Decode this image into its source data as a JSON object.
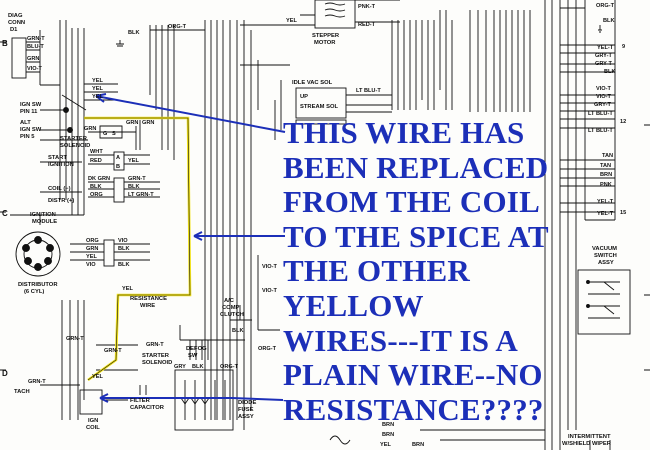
{
  "annotation": {
    "lines": [
      "THIS WIRE HAS",
      "BEEN REPLACED",
      "FROM THE COIL",
      "TO THE SPICE AT",
      "THE OTHER",
      "YELLOW",
      "WIRES---IT IS A",
      "PLAIN WIRE--NO",
      "RESISTANCE????"
    ],
    "color": "#1c2fb8"
  },
  "highlight_color": "#f2e31a",
  "grid": {
    "left_letters": [
      "B",
      "C",
      "D"
    ],
    "right_numbers": [
      "9",
      "12",
      "15"
    ]
  },
  "components": {
    "diag_connector": [
      "DIAG",
      "CONN",
      "D1"
    ],
    "ign_sw_pin": [
      "IGN SW",
      "PIN 11"
    ],
    "alt_ign_sw": [
      "ALT",
      "IGN SW",
      "PIN 5"
    ],
    "starter_solenoid": [
      "STARTER",
      "SOLENOID"
    ],
    "start_ignition": [
      "START",
      "IGNITION"
    ],
    "coil_distr": [
      "COIL (−)",
      "DISTR (+)"
    ],
    "ignition_module": [
      "IGNITION",
      "MODULE"
    ],
    "distributor": [
      "DISTRIBUTOR",
      "(6 CYL)"
    ],
    "resistance_wire": [
      "RESISTANCE",
      "WIRE"
    ],
    "starter_solenoid_2": [
      "STARTER",
      "SOLENOID"
    ],
    "tach": "TACH",
    "ign_coil": [
      "IGN",
      "COIL"
    ],
    "filter_capacitor": [
      "FILTER",
      "CAPACITOR"
    ],
    "ac_comp_clutch": [
      "A/C",
      "COMP",
      "CLUTCH"
    ],
    "defog_sw": [
      "DEFOG",
      "SW"
    ],
    "diode_fuse_assy": [
      "DIODE",
      "FUSE",
      "ASSY"
    ],
    "stepper_motor": [
      "STEPPER",
      "MOTOR"
    ],
    "idle_vac_sol": "IDLE VAC SOL",
    "up_stream_sol": [
      "UP",
      "STREAM SOL"
    ],
    "vacuum_switch_assy": [
      "VACUUM",
      "SWITCH",
      "ASSY"
    ],
    "intermittent_wiper": [
      "INTERMITTENT",
      "W/SHIELD WIPER"
    ]
  },
  "wire_labels": {
    "diag": [
      "GRN-T",
      "BLU-T",
      "GRN",
      "VIO-T"
    ],
    "top": [
      "BLK",
      "ORG-T",
      "YEL",
      "PNK-T",
      "RED-T",
      "LT BLU-T",
      "BRN",
      "YEL"
    ],
    "ign": [
      "YEL",
      "YEL",
      "YEL"
    ],
    "starter": [
      "GRN",
      "G",
      "S",
      "GRN",
      "GRN"
    ],
    "start_ign": [
      "A",
      "B",
      "WHT",
      "RED",
      "YEL"
    ],
    "coil": [
      "DK GRN",
      "GRN-T",
      "BLK",
      "ORG",
      "LT GRN-T",
      "BLK"
    ],
    "module": [
      "ORG",
      "VIO",
      "GRN",
      "BLK",
      "YEL",
      "VIO",
      "BLK"
    ],
    "resist": "YEL",
    "bottom": [
      "GRN-T",
      "GRN-T",
      "GRN-T",
      "YEL",
      "GRY",
      "BLK",
      "BLK",
      "ORG-T",
      "ORG-T",
      "BRN",
      "BRN",
      "GRN-T",
      "VIO-T",
      "VIO-T"
    ],
    "right": [
      "ORG-T",
      "BLK",
      "YEL-T",
      "GRY-T",
      "GRY-T",
      "BLK",
      "VIO-T",
      "VIO-T",
      "GRY-T",
      "LT BLU-T",
      "LT BLU-T",
      "TAN",
      "TAN",
      "BRN",
      "PNK",
      "YEL-T",
      "YEL-T"
    ]
  }
}
